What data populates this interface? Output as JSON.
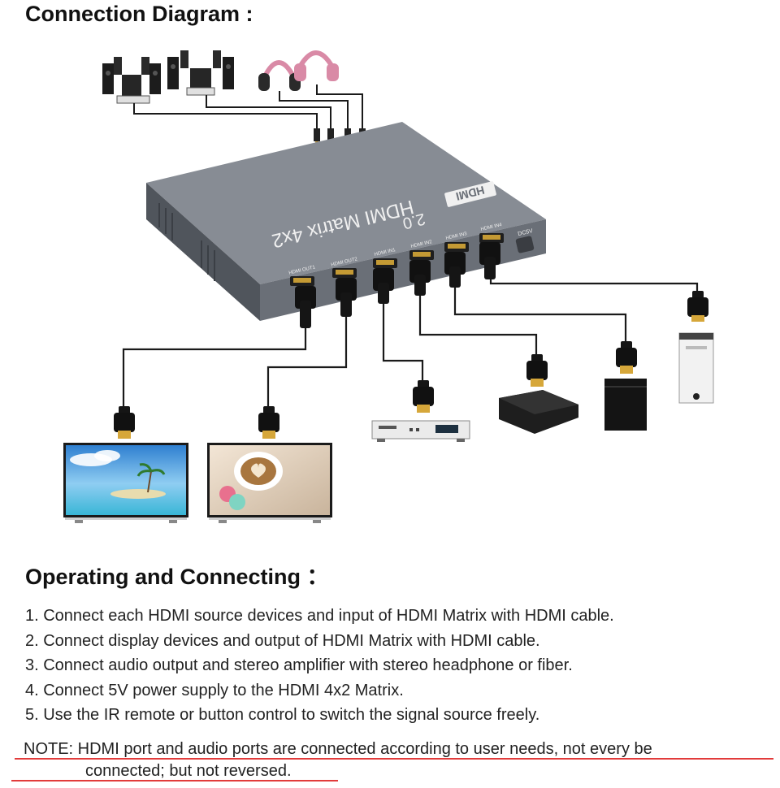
{
  "headings": {
    "connection_diagram": "Connection Diagram :",
    "operating": "Operating and Connecting ："
  },
  "device": {
    "title": "HDMI Matrix 4x2",
    "logo": "HDMI",
    "version": "2.0",
    "power_label": "DC5V",
    "ports": [
      "HDMI OUT1",
      "HDMI OUT2",
      "HDMI IN1",
      "HDMI IN2",
      "HDMI IN3",
      "HDMI IN4"
    ]
  },
  "steps": [
    "1. Connect each HDMI source devices and input of HDMI Matrix with HDMI cable.",
    "2. Connect display devices and output of HDMI Matrix with HDMI cable.",
    "3. Connect audio output and stereo amplifier with stereo headphone or fiber.",
    "4. Connect 5V power supply to the HDMI 4x2 Matrix.",
    "5. Use the IR remote or button control to switch the signal source freely."
  ],
  "note": {
    "line1": "NOTE: HDMI port and audio ports are connected according to user needs, not every be",
    "line2": "connected; but not reversed."
  },
  "colors": {
    "device_body": "#6f747c",
    "device_top": "#878c94",
    "hdmi_gold": "#d6a73a",
    "cable": "#1a1a1a",
    "headphone_pink": "#d98aa6",
    "underline_red": "#e23b3b"
  }
}
